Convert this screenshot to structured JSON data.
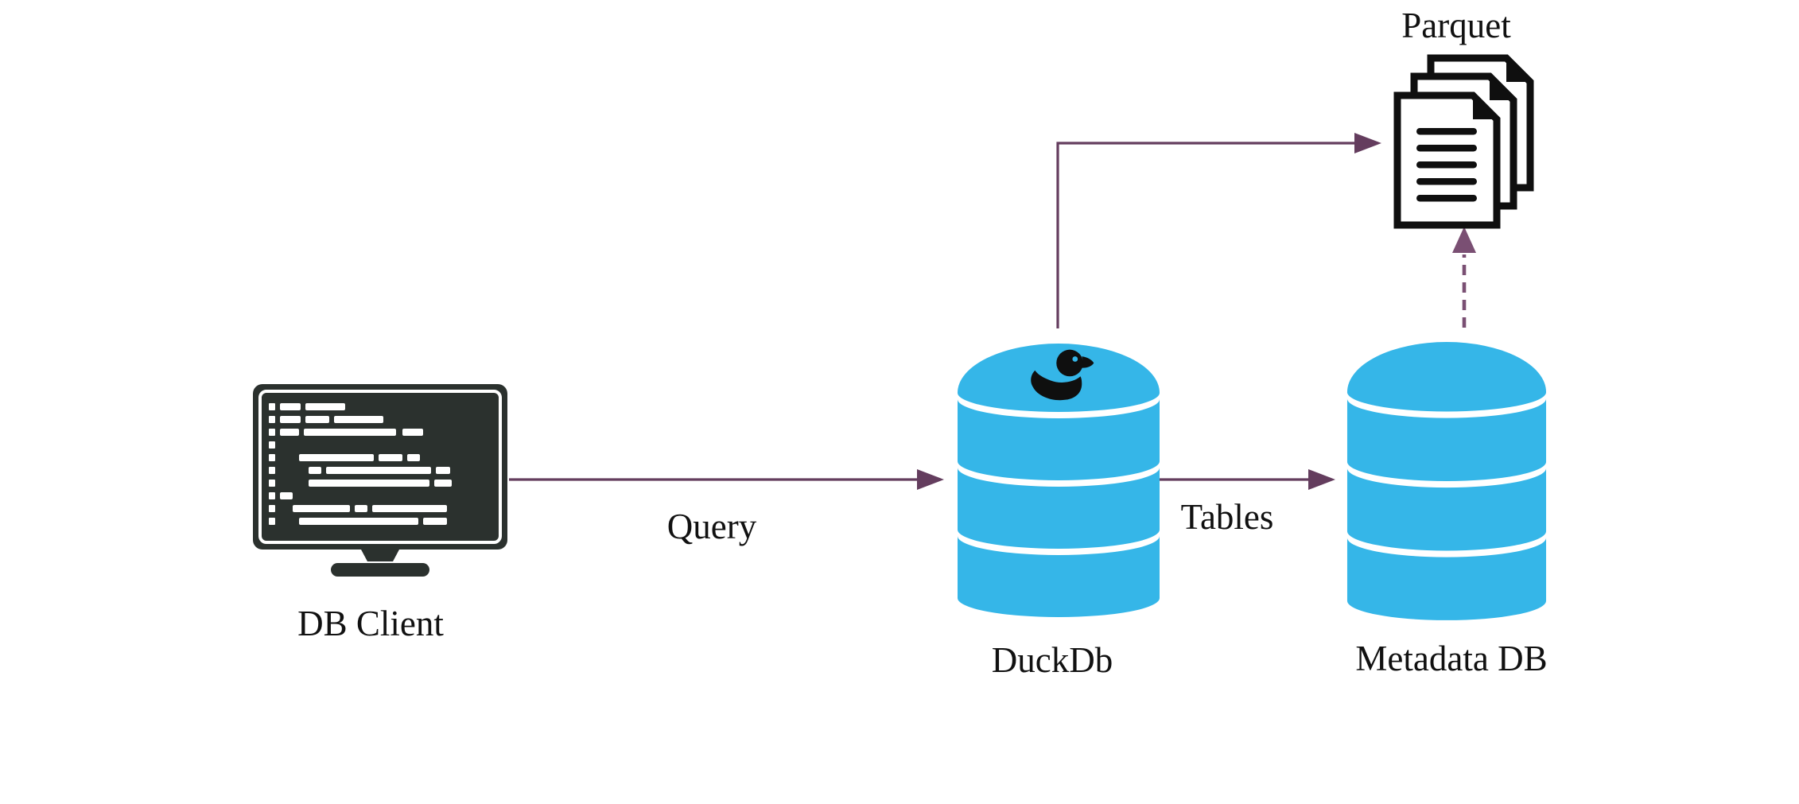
{
  "nodes": {
    "db_client": {
      "label": "DB Client",
      "icon": "monitor-code-icon"
    },
    "duckdb": {
      "label": "DuckDb",
      "icon": "database-cylinder-duck-icon"
    },
    "metadata_db": {
      "label": "Metadata DB",
      "icon": "database-cylinder-icon"
    },
    "parquet": {
      "label": "Parquet",
      "icon": "document-stack-icon"
    }
  },
  "edges": {
    "query": {
      "label": "Query",
      "from": "db_client",
      "to": "duckdb",
      "style": "solid-arrow"
    },
    "tables": {
      "label": "Tables",
      "from": "duckdb",
      "to": "metadata_db",
      "style": "solid-arrow"
    },
    "duckdb_to_parquet": {
      "label": "",
      "from": "duckdb",
      "to": "parquet",
      "style": "solid-elbow-arrow"
    },
    "metadata_to_parquet": {
      "label": "",
      "from": "metadata_db",
      "to": "parquet",
      "style": "dashed-arrow"
    }
  },
  "colors": {
    "background": "#ffffff",
    "cylinder_blue": "#35b6e8",
    "arrow_plum": "#643d5e",
    "arrow_plum_light": "#7a4f73",
    "icon_black": "#0f0f0f",
    "monitor_dark": "#2b312e",
    "text_black": "#111111"
  }
}
